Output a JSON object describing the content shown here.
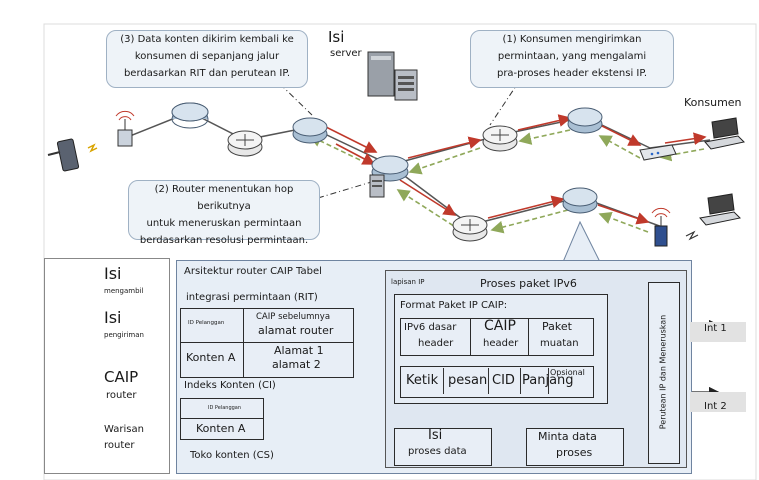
{
  "callouts": {
    "c3": [
      "(3) Data konten dikirim kembali ke",
      "konsumen di sepanjang jalur",
      "berdasarkan RIT dan perutean IP."
    ],
    "c1": [
      "(1) Konsumen mengirimkan",
      "permintaan, yang mengalami",
      "pra-proses header ekstensi IP."
    ],
    "c2": [
      "(2) Router menentukan hop berikutnya",
      "untuk meneruskan permintaan",
      "berdasarkan resolusi permintaan."
    ]
  },
  "top_labels": {
    "isi": "Isi",
    "server": "server",
    "konsumen": "Konsumen"
  },
  "legend": {
    "isi1": "Isi",
    "isi1_sub": "mengambil",
    "isi2": "Isi",
    "isi2_sub": "pengiriman",
    "caip": "CAIP",
    "caip_sub": "router",
    "warisan": "Warisan",
    "warisan_sub": "router"
  },
  "arch": {
    "title": "Arsitektur router CAIP Tabel",
    "rit_title": "integrasi permintaan (RIT)",
    "rit_id": "ID Pelanggan",
    "rit_prev1": "CAIP sebelumnya",
    "rit_prev2": "alamat router",
    "rit_konten": "Konten A",
    "rit_addr1": "Alamat 1",
    "rit_addr2": "alamat 2",
    "ci_title": "Indeks Konten (CI)",
    "ci_id": "ID Pelanggan",
    "ci_konten": "Konten A",
    "cs_title": "Toko konten (CS)"
  },
  "ipv6": {
    "lapisan": "lapisan IP",
    "title": "Proses paket IPv6",
    "format_title": "Format Paket IP CAIP:",
    "h1a": "IPv6 dasar",
    "h1b": "header",
    "h2a": "CAIP",
    "h2b": "header",
    "h3a": "Paket",
    "h3b": "muatan",
    "f1": "Ketik",
    "f2": "pesan",
    "f3": "CID",
    "f4": "Panjang",
    "f5": "Opsional",
    "isi_proses_a": "Isi",
    "isi_proses_b": "proses data",
    "minta_a": "Minta data",
    "minta_b": "proses",
    "perutean": "Perutean IP dan Meneruskan",
    "int1": "Int 1",
    "int2": "Int 2"
  },
  "colors": {
    "fetch_arrow": "#8fa85a",
    "delivery_arrow": "#c0392b",
    "router_fill": "#c9d8e6",
    "panel_fill": "#e7eef6"
  }
}
